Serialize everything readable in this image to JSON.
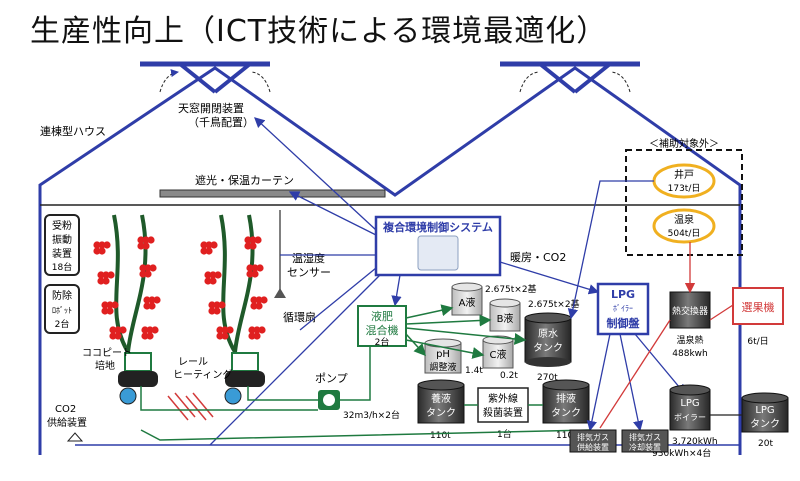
{
  "title": "生産性向上（ICT技術による環境最適化）",
  "labels": {
    "skylight": "天窓開閉装置",
    "skylight_sub": "（千鳥配置）",
    "house": "連棟型ハウス",
    "curtain": "遮光・保温カーテン",
    "control_system": "複合環境制御システム",
    "heating": "暖房・CO2",
    "pollinator": "受粉振動装置",
    "pollinator_count": "18台",
    "pest_robot": "防除ロボット",
    "pest_robot_count": "2台",
    "sensor": "温湿度センサー",
    "fan": "循環扇",
    "coco": "ココピート培地",
    "rail": "レールヒーティング",
    "co2_supply": "CO2供給装置",
    "pump": "ポンプ",
    "pump_spec": "32m3/h×2台",
    "mixer": "液肥混合機",
    "mixer_count": "2台",
    "tank_a": "A液",
    "tank_b": "B液",
    "tank_ab_spec1": "2.675t×2基",
    "tank_ab_spec2": "2.675t×2基",
    "tank_ph": "pH調整液",
    "tank_ph_spec": "1.4t",
    "tank_c": "C液",
    "tank_c_spec": "0.2t",
    "raw_tank": "原水タンク",
    "raw_tank_spec": "270t",
    "nutrient_tank": "養液タンク",
    "nutrient_tank_spec": "110t",
    "uv": "紫外線殺菌装置",
    "uv_count": "1台",
    "drain_tank": "排液タンク",
    "drain_tank_spec": "110t",
    "lpg_control": "LPGボイラー制御盤",
    "lpg_boiler": "LPGボイラー",
    "lpg_boiler_spec1": "3,720kWh",
    "lpg_boiler_spec2": "930kWh×4台",
    "lpg_tank": "LPGタンク",
    "lpg_tank_spec": "20t",
    "exhaust_supply": "排気ガス供給装置",
    "exhaust_cool": "排気ガス冷却装置",
    "heat_exchanger": "熱交換器",
    "hot_spring_heat": "温泉熱",
    "hot_spring_heat_spec": "488kwh",
    "subsidy_out": "＜補助対象外＞",
    "well": "井戸",
    "well_spec": "173t/日",
    "hot_spring": "温泉",
    "hot_spring_spec": "504t/日",
    "sorter": "選果機",
    "sorter_spec": "6t/日"
  },
  "colors": {
    "line_blue": "#2f3da8",
    "line_green": "#1f7a40",
    "line_red": "#d23a3a",
    "tomato": "#e02020",
    "vine": "#1f5a2a",
    "ring": "#f0b020"
  }
}
